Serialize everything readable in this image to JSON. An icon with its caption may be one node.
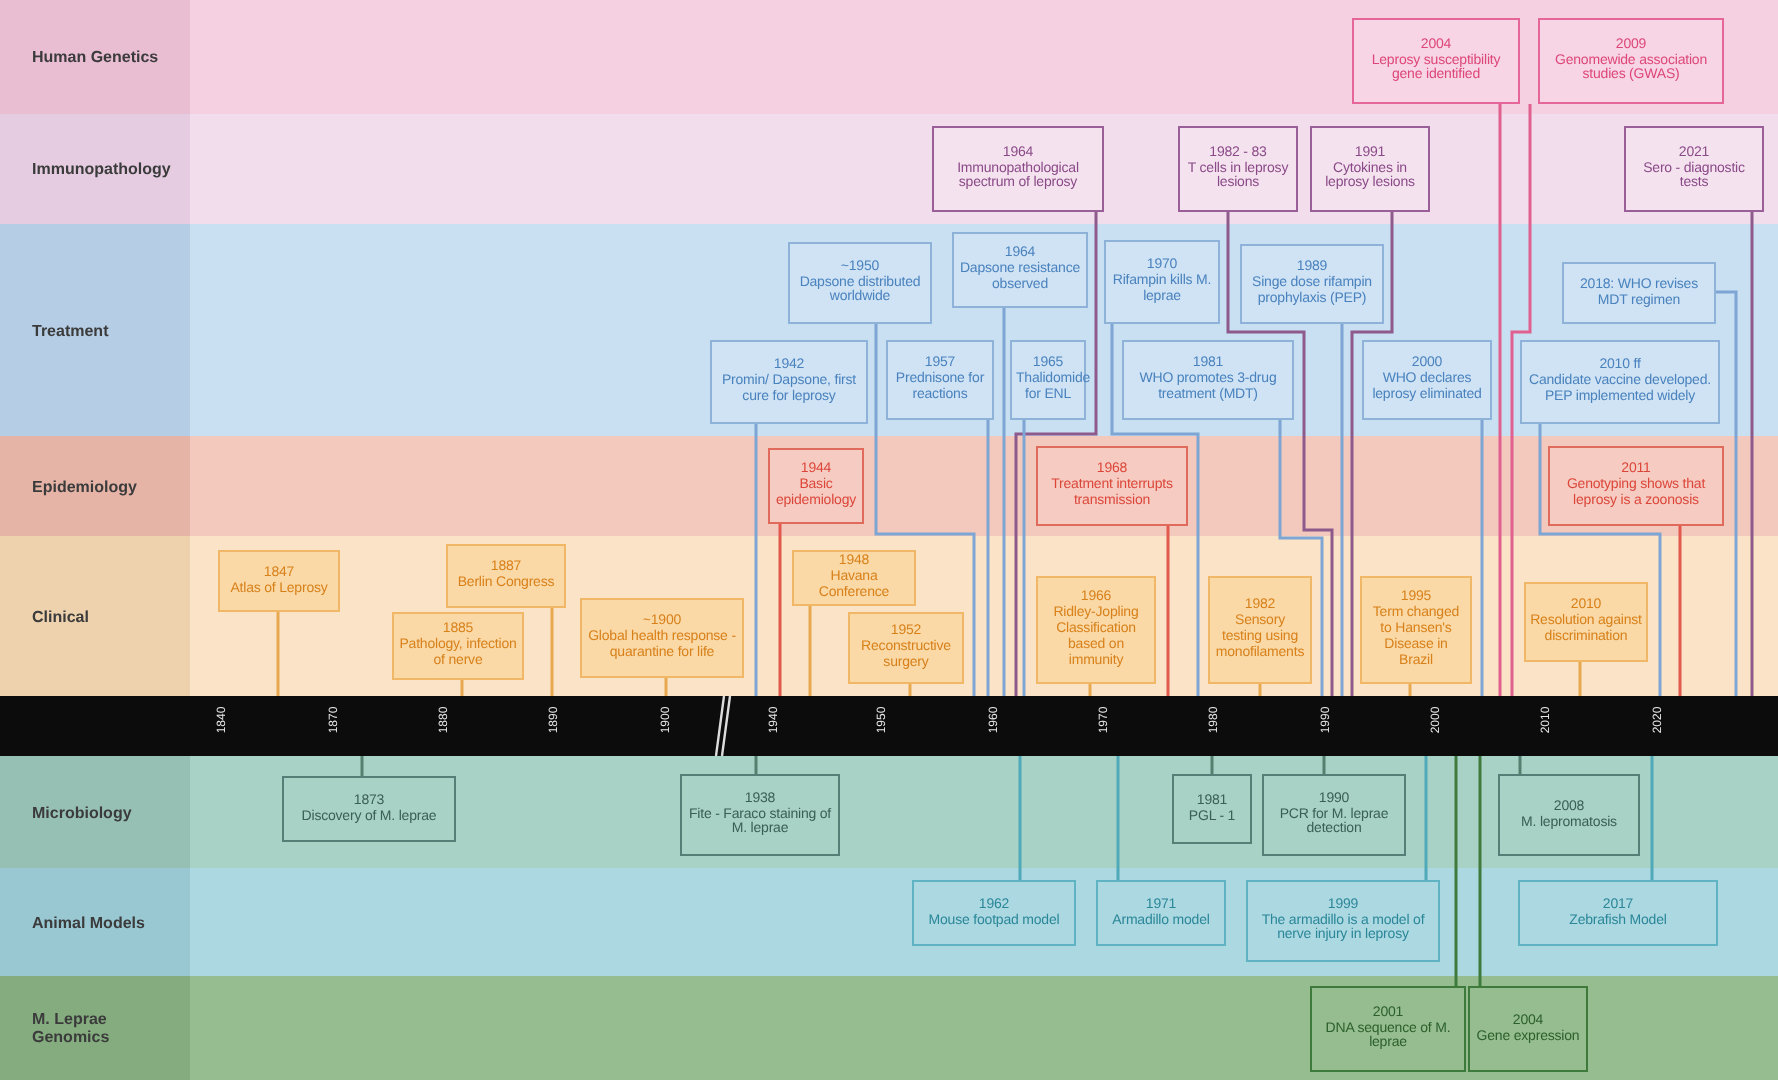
{
  "diagram": {
    "nodes": [
      {
        "text": [
          "Human Genetics"
        ]
      },
      {
        "text": [
          "2004",
          "Leprosy susceptibility gene identified"
        ],
        "in": 0
      },
      {
        "text": [
          "2009",
          "Genomewide association studies (GWAS)"
        ],
        "in": 0
      },
      {
        "text": [
          "Immunopathology"
        ]
      },
      {
        "text": [
          "1964",
          "Immunopathological spectrum of leprosy"
        ],
        "in": 3
      },
      {
        "text": [
          "1982 - 83",
          "T cells in leprosy lesions"
        ],
        "in": 3
      },
      {
        "text": [
          "1991",
          "Cytokines in leprosy lesions"
        ],
        "in": 3
      },
      {
        "text": [
          "2021",
          "Sero - diagnostic tests"
        ],
        "in": 3
      },
      {
        "text": [
          "Treatment"
        ]
      },
      {
        "text": [
          "~1950",
          "Dapsone distributed worldwide"
        ],
        "in": 8
      },
      {
        "text": [
          "1964",
          "Dapsone resistance observed"
        ],
        "in": 8
      },
      {
        "text": [
          "1970",
          "Rifampin kills M. leprae"
        ],
        "in": 8
      },
      {
        "text": [
          "1989",
          "Singe dose rifampin prophylaxis (PEP)"
        ],
        "in": 8
      },
      {
        "text": [
          "2018: WHO revises MDT regimen"
        ],
        "in": 8
      },
      {
        "text": [
          "1942",
          "Promin/ Dapsone, first cure for leprosy"
        ],
        "in": 8
      },
      {
        "text": [
          "1957",
          "Prednisone for reactions"
        ],
        "in": 8
      },
      {
        "text": [
          "1965",
          "Thalidomide for ENL"
        ],
        "in": 8
      },
      {
        "text": [
          "1981",
          "WHO promotes 3-drug treatment (MDT)"
        ],
        "in": 8
      },
      {
        "text": [
          "2000",
          "WHO declares leprosy eliminated"
        ],
        "in": 8
      },
      {
        "text": [
          "2010 ff",
          "Candidate vaccine developed. PEP implemented widely"
        ],
        "in": 8
      },
      {
        "text": [
          "Epidemiology"
        ]
      },
      {
        "text": [
          "1944",
          "Basic epidemiology"
        ],
        "in": 20
      },
      {
        "text": [
          "1968",
          "Treatment interrupts transmission"
        ],
        "in": 20
      },
      {
        "text": [
          "2011",
          "Genotyping shows that leprosy is a zoonosis"
        ],
        "in": 20
      },
      {
        "text": [
          "Clinical"
        ]
      },
      {
        "text": [
          "1847",
          "Atlas of Leprosy"
        ],
        "in": 24
      },
      {
        "text": [
          "1887",
          "Berlin Congress"
        ],
        "in": 24
      },
      {
        "text": [
          "1885",
          "Pathology, infection of nerve"
        ],
        "in": 24
      },
      {
        "text": [
          "~1900",
          "Global health response - quarantine for life"
        ],
        "in": 24
      },
      {
        "text": [
          "1948",
          "Havana Conference"
        ],
        "in": 24
      },
      {
        "text": [
          "1952",
          "Reconstructive surgery"
        ],
        "in": 24
      },
      {
        "text": [
          "1966",
          "Ridley-Jopling Classification based on immunity"
        ],
        "in": 24
      },
      {
        "text": [
          "1982",
          "Sensory testing using monofilaments"
        ],
        "in": 24
      },
      {
        "text": [
          "1995",
          "Term changed to Hansen's Disease in Brazil"
        ],
        "in": 24
      },
      {
        "text": [
          "2010",
          "Resolution against discrimination"
        ],
        "in": 24
      },
      {
        "text": [],
        "shape": "bar"
      },
      {
        "text": [
          "Microbiology"
        ]
      },
      {
        "text": [
          "1873",
          "Discovery of M. leprae"
        ],
        "in": 36
      },
      {
        "text": [
          "1938",
          "Fite - Faraco staining of M. leprae"
        ],
        "in": 36
      },
      {
        "text": [
          "1981",
          "PGL - 1"
        ],
        "in": 36
      },
      {
        "text": [
          "1990",
          "PCR for M. leprae detection"
        ],
        "in": 36
      },
      {
        "text": [
          "2008",
          "M. lepromatosis"
        ],
        "in": 36
      },
      {
        "text": [
          "Animal Models"
        ]
      },
      {
        "text": [
          "1962",
          "Mouse footpad model"
        ],
        "in": 42
      },
      {
        "text": [
          "1971",
          "Armadillo model"
        ],
        "in": 42
      },
      {
        "text": [
          "1999",
          "The armadillo is a model of nerve injury in leprosy"
        ],
        "in": 42
      },
      {
        "text": [
          "2017",
          "Zebrafish Model"
        ],
        "in": 42
      },
      {
        "text": [
          "M. Leprae Genomics"
        ]
      },
      {
        "text": [
          "2001",
          "DNA sequence of M. leprae"
        ],
        "in": 47
      },
      {
        "text": [
          "2004",
          "Gene expression"
        ],
        "in": 47
      }
    ],
    "edges": [
      {
        "from": 1,
        "to": 35,
        "arrow": "none",
        "color": "#e0608f"
      },
      {
        "from": 2,
        "to": 35,
        "arrow": "none",
        "color": "#e0608f"
      },
      {
        "from": 4,
        "to": 35,
        "arrow": "none",
        "color": "#8e5a8c"
      },
      {
        "from": 5,
        "to": 35,
        "arrow": "none",
        "color": "#8e5a8c"
      },
      {
        "from": 6,
        "to": 35,
        "arrow": "none",
        "color": "#8e5a8c"
      },
      {
        "from": 7,
        "to": 35,
        "arrow": "none",
        "color": "#8e5a8c"
      },
      {
        "from": 9,
        "to": 35,
        "arrow": "none"
      },
      {
        "from": 10,
        "to": 35,
        "arrow": "none"
      },
      {
        "from": 11,
        "to": 35,
        "arrow": "none"
      },
      {
        "from": 12,
        "to": 35,
        "arrow": "none"
      },
      {
        "from": 13,
        "to": 35,
        "arrow": "none"
      },
      {
        "from": 14,
        "to": 35,
        "arrow": "none"
      },
      {
        "from": 15,
        "to": 35,
        "arrow": "none"
      },
      {
        "from": 16,
        "to": 35,
        "arrow": "none"
      },
      {
        "from": 17,
        "to": 35,
        "arrow": "none"
      },
      {
        "from": 18,
        "to": 35,
        "arrow": "none"
      },
      {
        "from": 19,
        "to": 35,
        "arrow": "none"
      },
      {
        "from": 21,
        "to": 35,
        "arrow": "none",
        "color": "#e0594c"
      },
      {
        "from": 22,
        "to": 35,
        "arrow": "none",
        "color": "#e0594c"
      },
      {
        "from": 23,
        "to": 35,
        "arrow": "none",
        "color": "#e0594c"
      },
      {
        "from": 25,
        "to": 35,
        "arrow": "none",
        "color": "#e8a850"
      },
      {
        "from": 26,
        "to": 35,
        "arrow": "none",
        "color": "#e8a850"
      },
      {
        "from": 27,
        "to": 35,
        "arrow": "none",
        "color": "#e8a850"
      },
      {
        "from": 28,
        "to": 35,
        "arrow": "none",
        "color": "#e8a850"
      },
      {
        "from": 29,
        "to": 35,
        "arrow": "none",
        "color": "#e8a850"
      },
      {
        "from": 30,
        "to": 35,
        "arrow": "none",
        "color": "#e8a850"
      },
      {
        "from": 31,
        "to": 35,
        "arrow": "none",
        "color": "#e8a850"
      },
      {
        "from": 32,
        "to": 35,
        "arrow": "none",
        "color": "#e8a850"
      },
      {
        "from": 33,
        "to": 35,
        "arrow": "none",
        "color": "#e8a850"
      },
      {
        "from": 34,
        "to": 35,
        "arrow": "none",
        "color": "#e8a850"
      },
      {
        "from": 37,
        "to": 35,
        "arrow": "none",
        "color": "#55806f"
      },
      {
        "from": 38,
        "to": 35,
        "arrow": "none",
        "color": "#55806f"
      },
      {
        "from": 39,
        "to": 35,
        "arrow": "none",
        "color": "#55806f"
      },
      {
        "from": 40,
        "to": 35,
        "arrow": "none",
        "color": "#55806f"
      },
      {
        "from": 41,
        "to": 35,
        "arrow": "none",
        "color": "#55806f"
      },
      {
        "from": 43,
        "to": 35,
        "arrow": "none",
        "color": "#4fa9b8"
      },
      {
        "from": 44,
        "to": 35,
        "arrow": "none",
        "color": "#4fa9b8"
      },
      {
        "from": 45,
        "to": 35,
        "arrow": "none",
        "color": "#4fa9b8"
      },
      {
        "from": 46,
        "to": 35,
        "arrow": "none",
        "color": "#4fa9b8"
      },
      {
        "from": 48,
        "to": 35,
        "arrow": "none",
        "color": "#3f7a3d"
      },
      {
        "from": 49,
        "to": 35,
        "arrow": "none",
        "color": "#3f7a3d"
      }
    ],
    "labels": [
      "1840",
      "1870",
      "1880",
      "1890",
      "1900",
      "1940",
      "1950",
      "1960",
      "1970",
      "1980",
      "1990",
      "2000",
      "2010",
      "2020"
    ]
  }
}
